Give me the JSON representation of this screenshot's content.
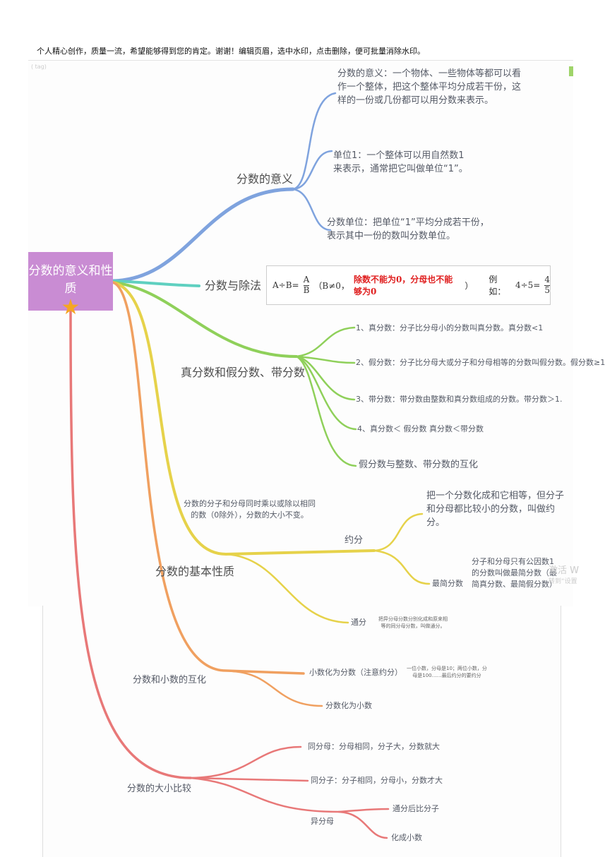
{
  "header": "个人精心创作，质量一流，希望能够得到您的肯定。谢谢！编辑页眉，选中水印，点击删除，便可批量消除水印。",
  "root": {
    "title": "分数的意义和性质",
    "icon": "star-icon"
  },
  "branches": {
    "meaning": {
      "label": "分数的意义",
      "items": [
        "分数的意义：一个物体、一些物体等都可以看",
        "作一个整体，把这个整体平均分成若干份，这",
        "样的一份或几份都可以用分数来表示。",
        "单位1：一个整体可以用自然数1",
        "来表示，通常把它叫做单位“1”。",
        "分数单位：把单位“1”平均分成若干份，",
        "表示其中一份的数叫分数单位。"
      ]
    },
    "division": {
      "label": "分数与除法",
      "formula_lhs": "A÷B=",
      "num": "A",
      "den": "B",
      "cond": "（B≠0，",
      "warning": "除数不能为0，分母也不能够为0",
      "close": "）",
      "example_label": "例如：",
      "example_lhs": "4÷5=",
      "ex_num": "4",
      "ex_den": "5"
    },
    "proper": {
      "label": "真分数和假分数、带分数",
      "items": [
        "1、真分数：分子比分母小的分数叫真分数。真分数<1",
        "2、假分数：分子比分母大或分子和分母相等的分数叫假分数。假分数≥1",
        "3、带分数：带分数由整数和真分数组成的分数。带分数＞1.",
        "4、真分数＜ 假分数 真分数＜带分数",
        "假分数与整数、带分数的互化"
      ]
    },
    "basic": {
      "label": "分数的基本性质",
      "desc": [
        "分数的分子和分母同时乘以或除以相同",
        "的数（0除外），分数的大小不变。"
      ],
      "yuefen": "约分",
      "yuefen_desc": [
        "把一个分数化成和它相等，但分子",
        "和分母都比较小的分数，叫做约",
        "分。"
      ],
      "simplest": "最简分数",
      "simplest_desc": [
        "分子和分母只有公因数1",
        "的分数叫做最简分数（最",
        "简真分数、最简假分数）"
      ],
      "tongfen": "通分",
      "tongfen_desc": [
        "把异分母分数分别化成和原来相",
        "等的同分母分数，叫做通分。"
      ]
    },
    "decimal": {
      "label": "分数和小数的互化",
      "items": [
        "小数化为分数（注意约分）",
        "分数化为小数"
      ],
      "note": [
        "一位小数，分母是10；两位小数，分",
        "母是100……最后约分的要约分"
      ]
    },
    "compare": {
      "label": "分数的大小比较",
      "items": [
        "同分母：分母相同，分子大，分数就大",
        "同分子：分子相同，分母小，分数才大"
      ],
      "diff": "异分母",
      "diff_items": [
        "通分后比分子",
        "化成小数"
      ]
    }
  },
  "watermark": [
    "激活 W",
    "转到“设置"
  ],
  "logo": "( tag)",
  "colors": {
    "blue": "#7fa3de",
    "teal": "#5fd0c0",
    "green": "#8fd05a",
    "yellow": "#e6d24a",
    "orange": "#f0a060",
    "red": "#e87878",
    "root": "#c98cd3"
  }
}
